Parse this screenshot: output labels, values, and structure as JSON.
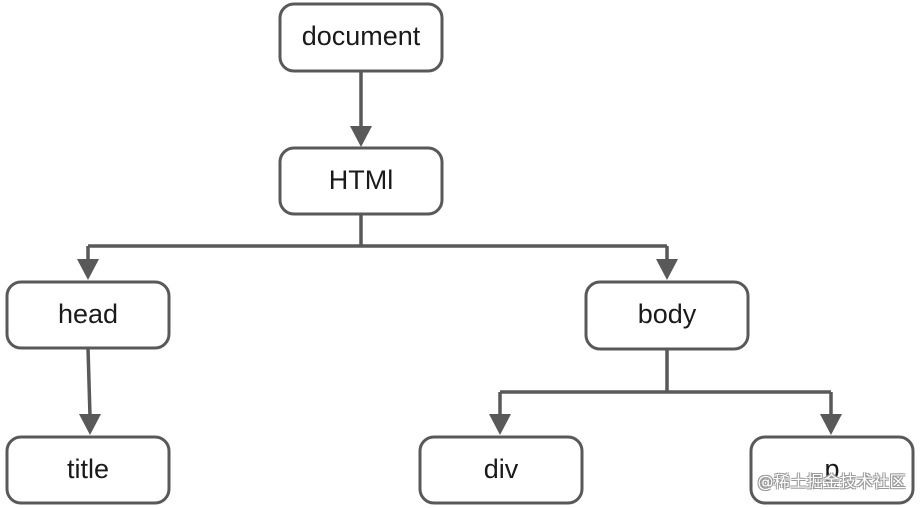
{
  "diagram": {
    "nodes": {
      "document": "document",
      "html": "HTMl",
      "head": "head",
      "body": "body",
      "title": "title",
      "div": "div",
      "p": "p"
    },
    "edges": [
      [
        "document",
        "html"
      ],
      [
        "html",
        "head"
      ],
      [
        "html",
        "body"
      ],
      [
        "head",
        "title"
      ],
      [
        "body",
        "div"
      ],
      [
        "body",
        "p"
      ]
    ],
    "colors": {
      "stroke": "#595959",
      "text": "#1a1a1a",
      "background": "#ffffff"
    }
  },
  "watermark": "@稀土掘金技术社区"
}
